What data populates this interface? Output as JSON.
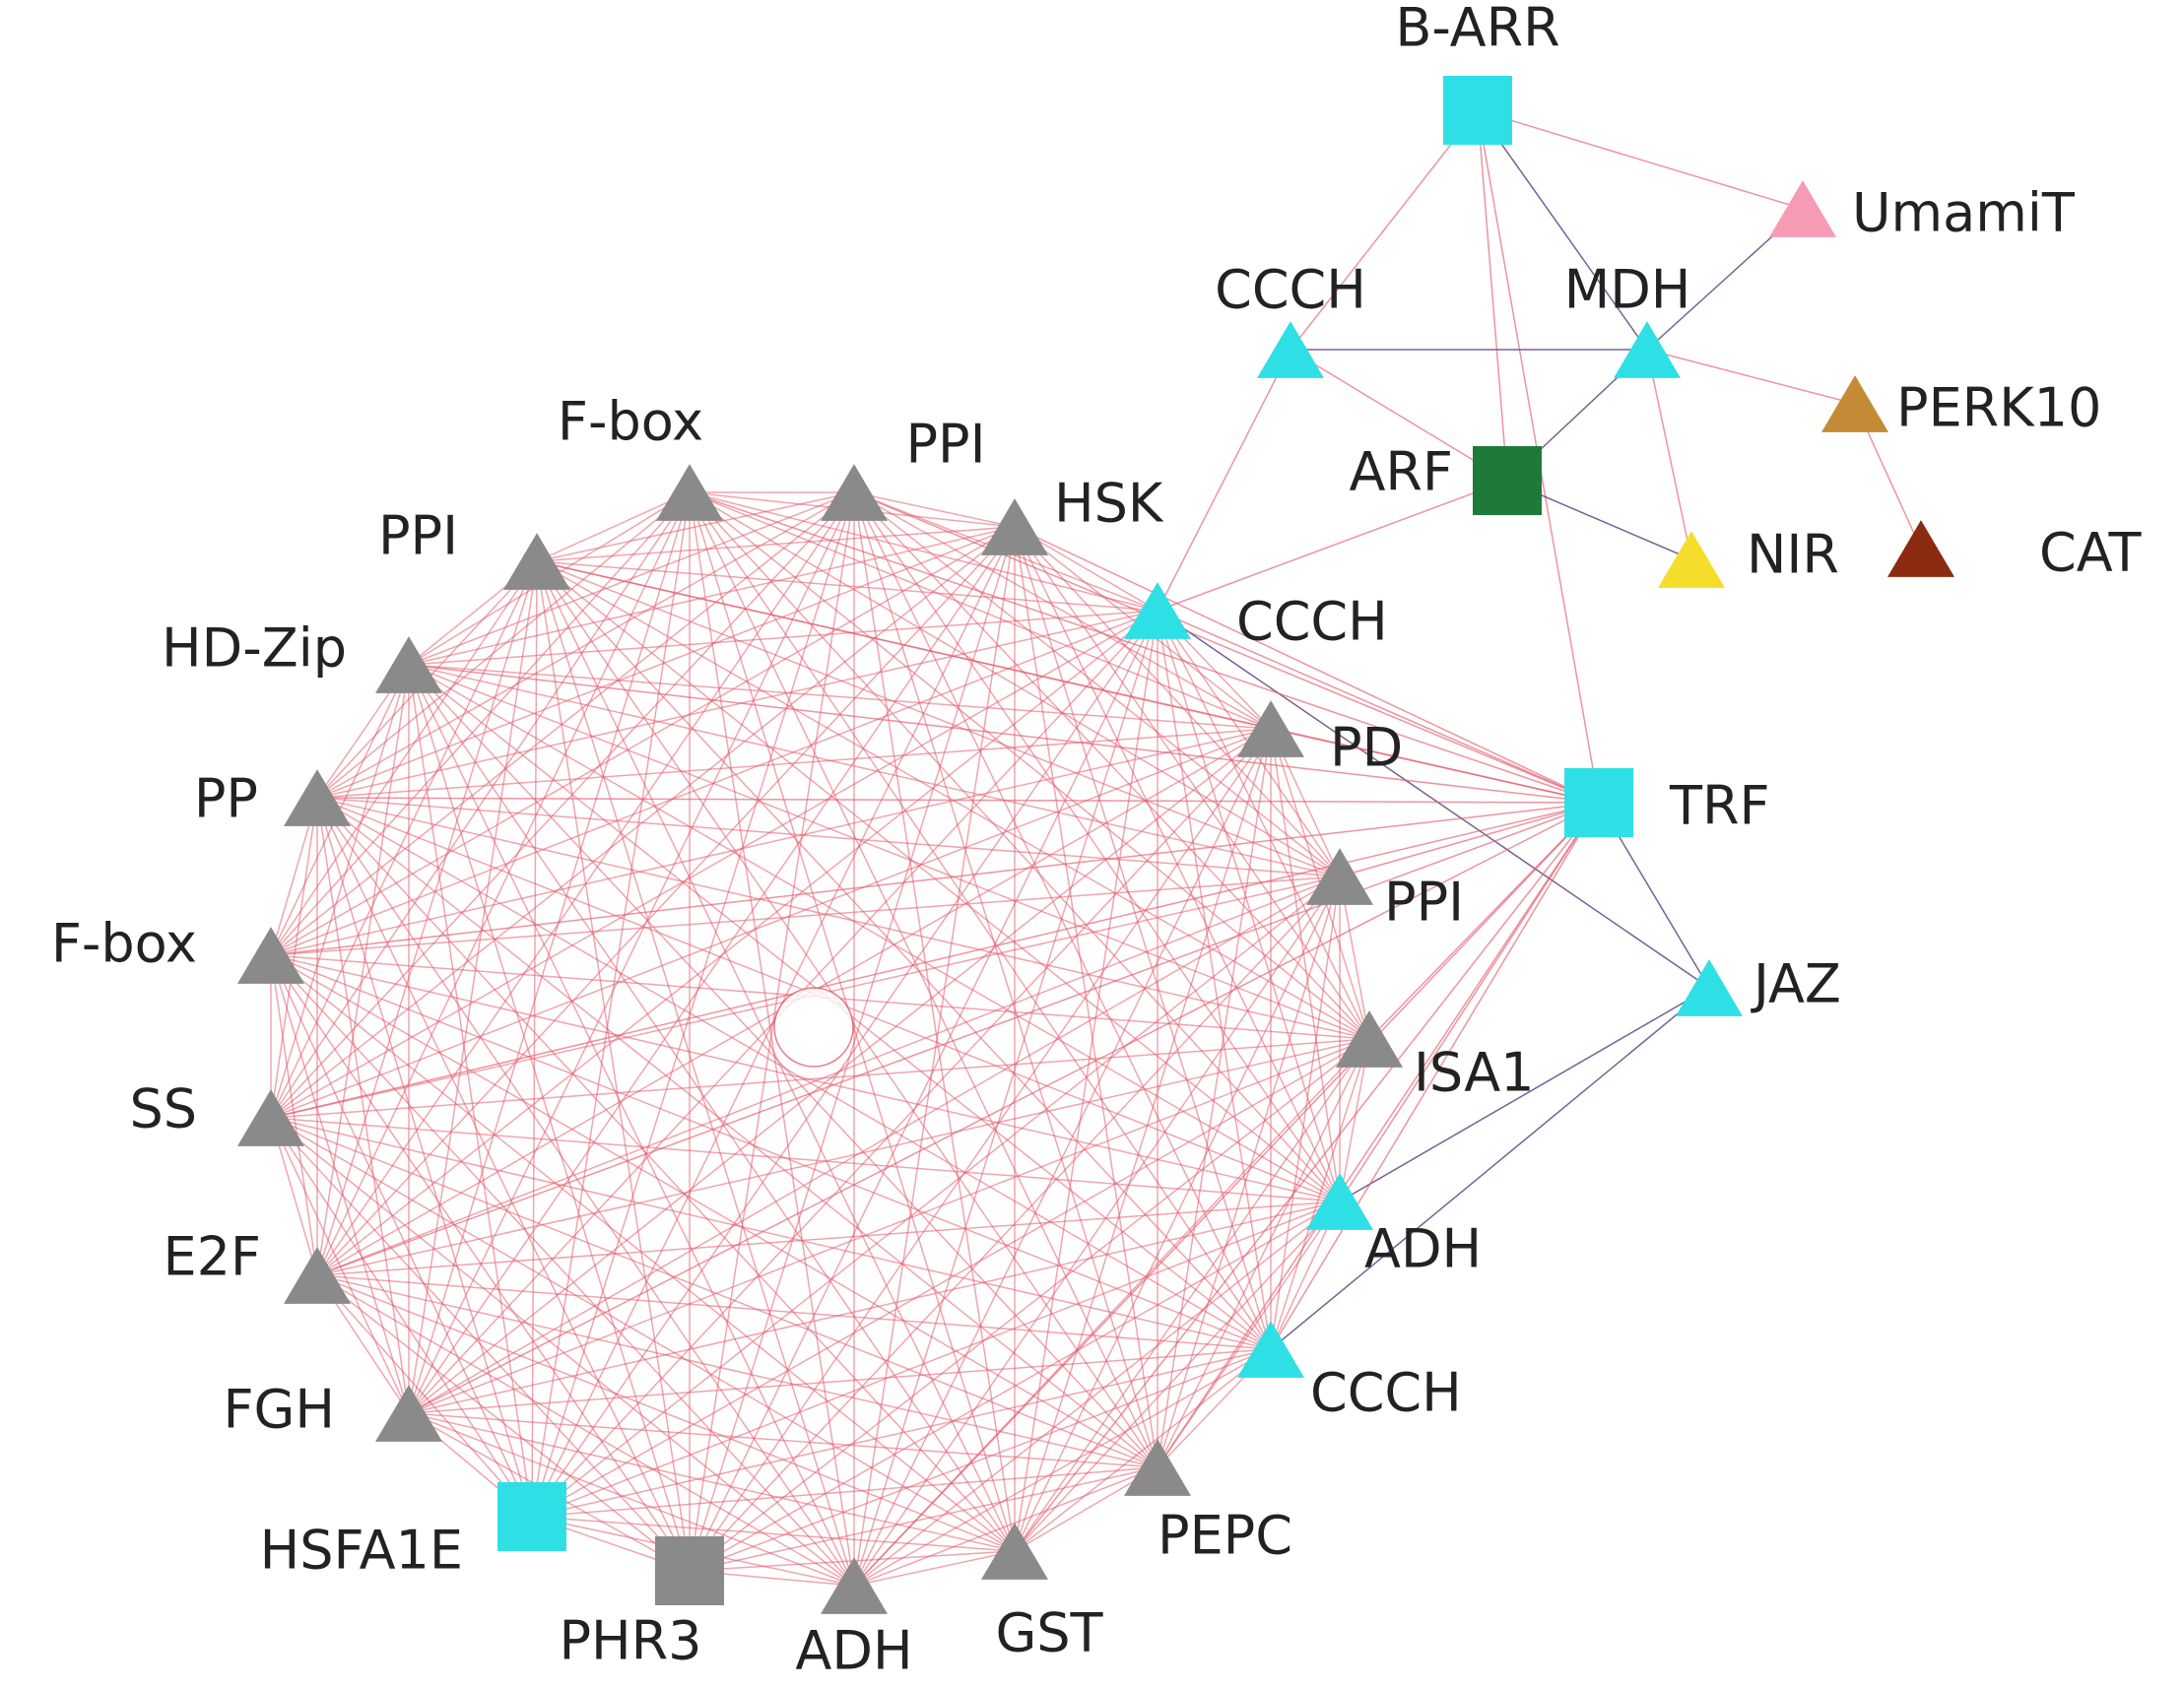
{
  "colors": {
    "edge_red": "#e35b6b",
    "edge_purple": "#6a4f86",
    "cyan": "#2ee0e6",
    "gray": "#8a8a8a",
    "dark_green": "#1f7a3a",
    "pink": "#f59bb4",
    "brown": "#c48a35",
    "dark_red": "#8a2a10",
    "yellow": "#f5dd2c"
  },
  "nodes": [
    {
      "id": "b_arr",
      "label": "B-ARR",
      "shape": "square",
      "color": "cyan"
    },
    {
      "id": "umamit",
      "label": "UmamiT",
      "shape": "triangle",
      "color": "pink"
    },
    {
      "id": "ccch_top",
      "label": "CCCH",
      "shape": "triangle",
      "color": "cyan"
    },
    {
      "id": "mdh",
      "label": "MDH",
      "shape": "triangle",
      "color": "cyan"
    },
    {
      "id": "perk10",
      "label": "PERK10",
      "shape": "triangle",
      "color": "brown"
    },
    {
      "id": "arf",
      "label": "ARF",
      "shape": "square",
      "color": "dark_green"
    },
    {
      "id": "nir",
      "label": "NIR",
      "shape": "triangle",
      "color": "yellow"
    },
    {
      "id": "cat",
      "label": "CAT",
      "shape": "triangle",
      "color": "dark_red"
    },
    {
      "id": "trf",
      "label": "TRF",
      "shape": "square",
      "color": "cyan"
    },
    {
      "id": "jaz",
      "label": "JAZ",
      "shape": "triangle",
      "color": "cyan"
    },
    {
      "id": "f_box_1",
      "label": "F-box",
      "shape": "triangle",
      "color": "gray"
    },
    {
      "id": "ppi_1",
      "label": "PPI",
      "shape": "triangle",
      "color": "gray"
    },
    {
      "id": "hsk",
      "label": "HSK",
      "shape": "triangle",
      "color": "gray"
    },
    {
      "id": "ccch_2",
      "label": "CCCH",
      "shape": "triangle",
      "color": "cyan"
    },
    {
      "id": "pd",
      "label": "PD",
      "shape": "triangle",
      "color": "gray"
    },
    {
      "id": "ppi_2",
      "label": "PPI",
      "shape": "triangle",
      "color": "gray"
    },
    {
      "id": "isa1",
      "label": "ISA1",
      "shape": "triangle",
      "color": "gray"
    },
    {
      "id": "adh_1",
      "label": "ADH",
      "shape": "triangle",
      "color": "cyan"
    },
    {
      "id": "ccch_3",
      "label": "CCCH",
      "shape": "triangle",
      "color": "cyan"
    },
    {
      "id": "pepc",
      "label": "PEPC",
      "shape": "triangle",
      "color": "gray"
    },
    {
      "id": "gst",
      "label": "GST",
      "shape": "triangle",
      "color": "gray"
    },
    {
      "id": "adh_2",
      "label": "ADH",
      "shape": "triangle",
      "color": "gray"
    },
    {
      "id": "phr3",
      "label": "PHR3",
      "shape": "square",
      "color": "gray"
    },
    {
      "id": "hsfa1e",
      "label": "HSFA1E",
      "shape": "square",
      "color": "cyan"
    },
    {
      "id": "fgh",
      "label": "FGH",
      "shape": "triangle",
      "color": "gray"
    },
    {
      "id": "e2f",
      "label": "E2F",
      "shape": "triangle",
      "color": "gray"
    },
    {
      "id": "ss",
      "label": "SS",
      "shape": "triangle",
      "color": "gray"
    },
    {
      "id": "f_box_2",
      "label": "F-box",
      "shape": "triangle",
      "color": "gray"
    },
    {
      "id": "pp",
      "label": "PP",
      "shape": "triangle",
      "color": "gray"
    },
    {
      "id": "hd_zip",
      "label": "HD-Zip",
      "shape": "triangle",
      "color": "gray"
    },
    {
      "id": "ppi_3",
      "label": "PPI",
      "shape": "triangle",
      "color": "gray"
    }
  ],
  "ring": [
    "f_box_1",
    "ppi_1",
    "hsk",
    "ccch_2",
    "pd",
    "ppi_2",
    "isa1",
    "adh_1",
    "ccch_3",
    "pepc",
    "gst",
    "adh_2",
    "phr3",
    "hsfa1e",
    "fgh",
    "e2f",
    "ss",
    "f_box_2",
    "pp",
    "hd_zip",
    "ppi_3"
  ],
  "edges": [
    {
      "a": "b_arr",
      "b": "umamit",
      "color": "edge_red"
    },
    {
      "a": "b_arr",
      "b": "ccch_top",
      "color": "edge_red"
    },
    {
      "a": "b_arr",
      "b": "mdh",
      "color": "edge_purple"
    },
    {
      "a": "b_arr",
      "b": "arf",
      "color": "edge_red"
    },
    {
      "a": "b_arr",
      "b": "trf",
      "color": "edge_red"
    },
    {
      "a": "umamit",
      "b": "mdh",
      "color": "edge_purple"
    },
    {
      "a": "ccch_top",
      "b": "mdh",
      "color": "edge_purple"
    },
    {
      "a": "ccch_top",
      "b": "arf",
      "color": "edge_red"
    },
    {
      "a": "ccch_top",
      "b": "ccch_2",
      "color": "edge_red"
    },
    {
      "a": "mdh",
      "b": "perk10",
      "color": "edge_red"
    },
    {
      "a": "mdh",
      "b": "arf",
      "color": "edge_purple"
    },
    {
      "a": "mdh",
      "b": "nir",
      "color": "edge_red"
    },
    {
      "a": "perk10",
      "b": "cat",
      "color": "edge_red"
    },
    {
      "a": "arf",
      "b": "nir",
      "color": "edge_purple"
    },
    {
      "a": "arf",
      "b": "ccch_2",
      "color": "edge_red"
    },
    {
      "a": "trf",
      "b": "jaz",
      "color": "edge_purple"
    },
    {
      "a": "ccch_2",
      "b": "jaz",
      "color": "edge_purple"
    },
    {
      "a": "ccch_2",
      "b": "trf",
      "color": "edge_red"
    },
    {
      "a": "jaz",
      "b": "adh_1",
      "color": "edge_purple"
    },
    {
      "a": "jaz",
      "b": "ccch_3",
      "color": "edge_purple"
    },
    {
      "a": "trf",
      "b": "pd",
      "color": "edge_red"
    },
    {
      "a": "trf",
      "b": "ppi_2",
      "color": "edge_red"
    },
    {
      "a": "trf",
      "b": "isa1",
      "color": "edge_red"
    },
    {
      "a": "trf",
      "b": "adh_1",
      "color": "edge_red"
    },
    {
      "a": "trf",
      "b": "ccch_3",
      "color": "edge_red"
    },
    {
      "a": "trf",
      "b": "pepc",
      "color": "edge_red"
    },
    {
      "a": "trf",
      "b": "hsk",
      "color": "edge_red"
    },
    {
      "a": "trf",
      "b": "ppi_1",
      "color": "edge_red"
    },
    {
      "a": "trf",
      "b": "f_box_1",
      "color": "edge_red"
    },
    {
      "a": "trf",
      "b": "ppi_3",
      "color": "edge_red"
    },
    {
      "a": "trf",
      "b": "hd_zip",
      "color": "edge_red"
    },
    {
      "a": "trf",
      "b": "pp",
      "color": "edge_red"
    },
    {
      "a": "trf",
      "b": "f_box_2",
      "color": "edge_red"
    },
    {
      "a": "trf",
      "b": "ss",
      "color": "edge_red"
    },
    {
      "a": "trf",
      "b": "e2f",
      "color": "edge_red"
    },
    {
      "a": "trf",
      "b": "fgh",
      "color": "edge_red"
    },
    {
      "a": "trf",
      "b": "gst",
      "color": "edge_red"
    },
    {
      "a": "trf",
      "b": "adh_2",
      "color": "edge_red"
    }
  ]
}
